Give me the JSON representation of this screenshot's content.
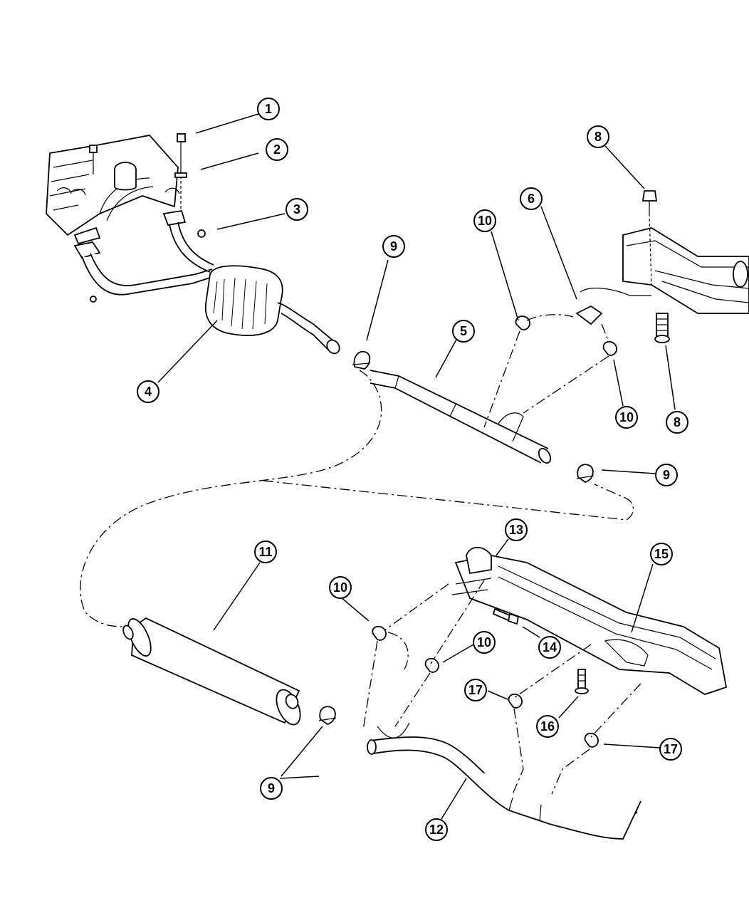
{
  "callouts": [
    {
      "id": "c1",
      "label": "1"
    },
    {
      "id": "c2",
      "label": "2"
    },
    {
      "id": "c3",
      "label": "3"
    },
    {
      "id": "c4",
      "label": "4"
    },
    {
      "id": "c5",
      "label": "5"
    },
    {
      "id": "c6",
      "label": "6"
    },
    {
      "id": "c8a",
      "label": "8"
    },
    {
      "id": "c8b",
      "label": "8"
    },
    {
      "id": "c9a",
      "label": "9"
    },
    {
      "id": "c9b",
      "label": "9"
    },
    {
      "id": "c9c",
      "label": "9"
    },
    {
      "id": "c10a",
      "label": "10"
    },
    {
      "id": "c10b",
      "label": "10"
    },
    {
      "id": "c10c",
      "label": "10"
    },
    {
      "id": "c10d",
      "label": "10"
    },
    {
      "id": "c11",
      "label": "11"
    },
    {
      "id": "c12",
      "label": "12"
    },
    {
      "id": "c13",
      "label": "13"
    },
    {
      "id": "c14",
      "label": "14"
    },
    {
      "id": "c15",
      "label": "15"
    },
    {
      "id": "c16",
      "label": "16"
    },
    {
      "id": "c17a",
      "label": "17"
    },
    {
      "id": "c17b",
      "label": "17"
    }
  ]
}
